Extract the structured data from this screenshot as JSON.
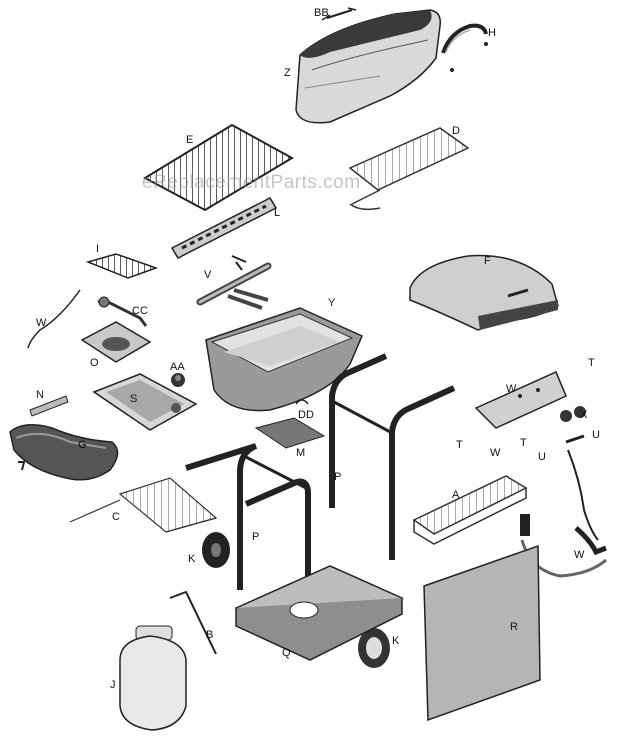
{
  "watermark": "eReplacementParts.com",
  "labels": {
    "A": "A",
    "B": "B",
    "C": "C",
    "D": "D",
    "E": "E",
    "F": "F",
    "G": "G",
    "H": "H",
    "I": "I",
    "J": "J",
    "K1": "K",
    "K2": "K",
    "L": "L",
    "M": "M",
    "N": "N",
    "O": "O",
    "P1": "P",
    "P2": "P",
    "Q": "Q",
    "R": "R",
    "S": "S",
    "T1": "T",
    "T2": "T",
    "T3": "T",
    "U1": "U",
    "U2": "U",
    "V": "V",
    "W1": "W",
    "W2": "W",
    "W3": "W",
    "W4": "W",
    "X": "X",
    "Y": "Y",
    "Z": "Z",
    "AA": "AA",
    "BB": "BB",
    "CC": "CC",
    "DD": "DD"
  }
}
